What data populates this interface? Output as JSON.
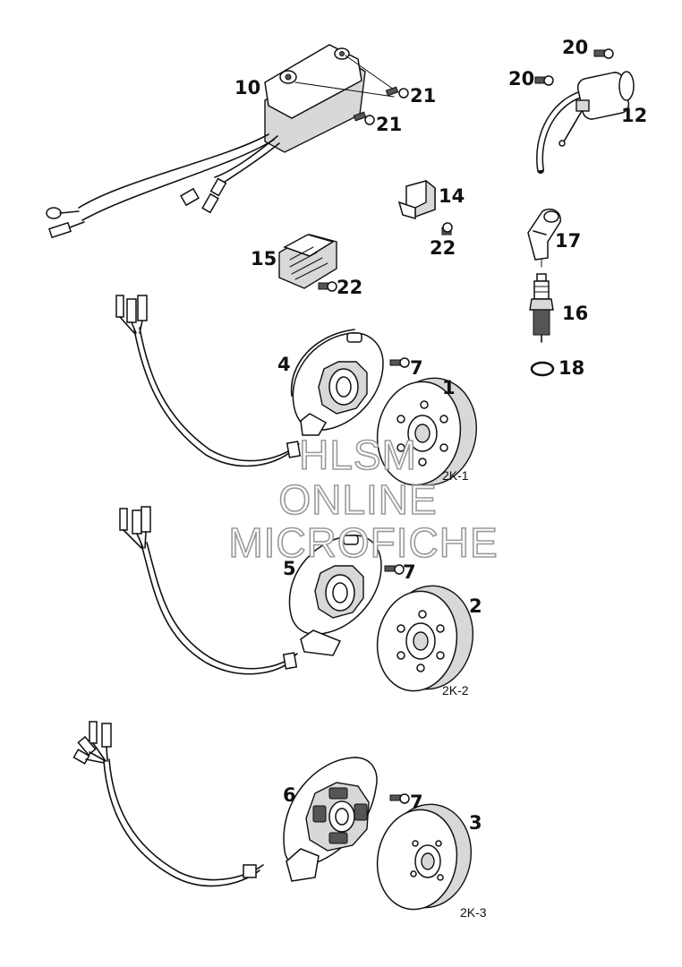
{
  "callouts": {
    "c1": "1",
    "c2": "2",
    "c3": "3",
    "c4": "4",
    "c5": "5",
    "c6": "6",
    "c7a": "7",
    "c7b": "7",
    "c7c": "7",
    "c10": "10",
    "c12": "12",
    "c14": "14",
    "c15": "15",
    "c16": "16",
    "c17": "17",
    "c18": "18",
    "c20a": "20",
    "c20b": "20",
    "c21a": "21",
    "c21b": "21",
    "c22a": "22",
    "c22b": "22"
  },
  "variants": {
    "v1": "2K-1",
    "v2": "2K-2",
    "v3": "2K-3"
  },
  "watermark": {
    "line1": "HLSM",
    "line2": "ONLINE",
    "line3": "MICROFICHE"
  }
}
